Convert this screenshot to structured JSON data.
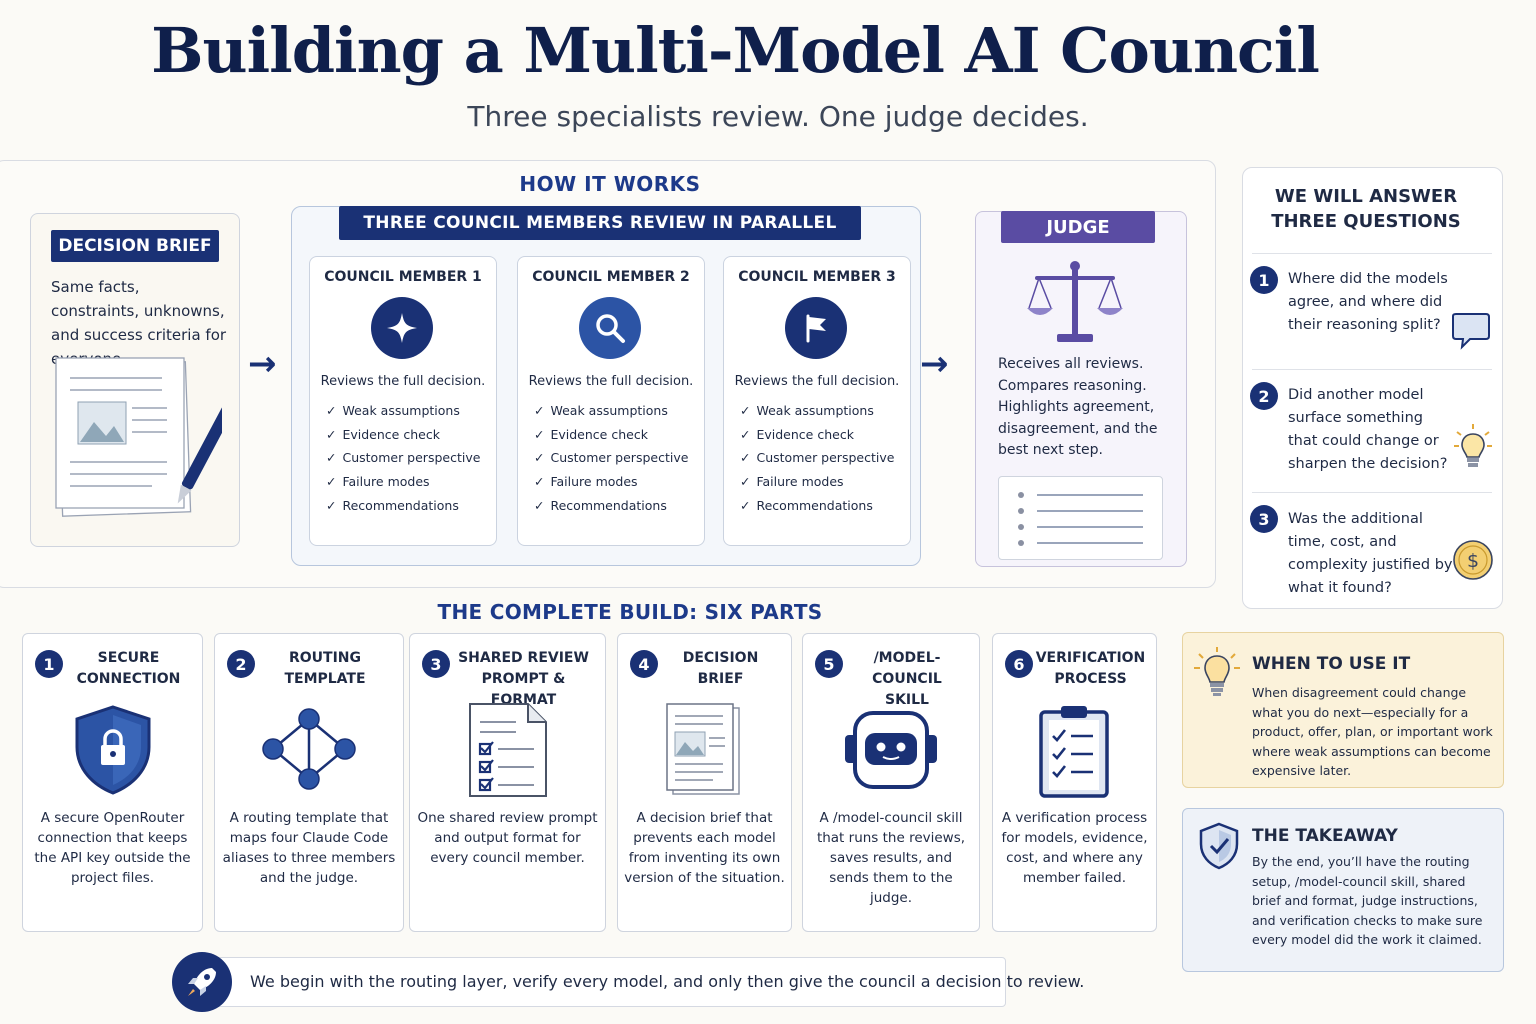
{
  "header": {
    "title": "Building a Multi-Model AI Council",
    "subtitle": "Three specialists review. One judge decides."
  },
  "how_it_works": {
    "heading": "HOW IT WORKS",
    "brief": {
      "label": "DECISION BRIEF",
      "description": "Same facts, constraints, unknowns, and success criteria for everyone."
    },
    "members_banner": "THREE COUNCIL MEMBERS REVIEW IN PARALLEL",
    "members": [
      {
        "title": "COUNCIL MEMBER 1",
        "icon": "sparkle-icon",
        "lead": "Reviews the full decision.",
        "checks": [
          "Weak assumptions",
          "Evidence check",
          "Customer perspective",
          "Failure modes",
          "Recommendations"
        ]
      },
      {
        "title": "COUNCIL MEMBER 2",
        "icon": "magnifier-icon",
        "lead": "Reviews the full decision.",
        "checks": [
          "Weak assumptions",
          "Evidence check",
          "Customer perspective",
          "Failure modes",
          "Recommendations"
        ]
      },
      {
        "title": "COUNCIL MEMBER 3",
        "icon": "flag-icon",
        "lead": "Reviews the full decision.",
        "checks": [
          "Weak assumptions",
          "Evidence check",
          "Customer perspective",
          "Failure modes",
          "Recommendations"
        ]
      }
    ],
    "judge": {
      "label": "JUDGE",
      "icon": "scales-icon",
      "description": "Receives all reviews. Compares reasoning. Highlights agreement, disagreement, and the best next step."
    }
  },
  "questions": {
    "heading": "WE WILL ANSWER THREE QUESTIONS",
    "items": [
      {
        "number": "1",
        "text": "Where did the models agree, and where did their reasoning split?",
        "icon": "speech-bubble-icon"
      },
      {
        "number": "2",
        "text": "Did another model surface something that could change or sharpen the decision?",
        "icon": "lightbulb-icon"
      },
      {
        "number": "3",
        "text": "Was the additional time, cost, and complexity justified by what it found?",
        "icon": "dollar-coin-icon"
      }
    ]
  },
  "build": {
    "heading": "THE COMPLETE BUILD: SIX PARTS",
    "parts": [
      {
        "number": "1",
        "title": "SECURE\nCONNECTION",
        "icon": "shield-lock-icon",
        "description": "A secure OpenRouter connection that keeps the API key outside the project files."
      },
      {
        "number": "2",
        "title": "ROUTING\nTEMPLATE",
        "icon": "network-diamond-icon",
        "description": "A routing template that maps four Claude Code aliases to three members and the judge."
      },
      {
        "number": "3",
        "title": "SHARED REVIEW\nPROMPT & FORMAT",
        "icon": "checklist-document-icon",
        "description": "One shared review prompt and output format for every council member."
      },
      {
        "number": "4",
        "title": "DECISION\nBRIEF",
        "icon": "brief-document-icon",
        "description": "A decision brief that prevents each model from inventing its own version of the situation."
      },
      {
        "number": "5",
        "title": "/MODEL-COUNCIL\nSKILL",
        "icon": "robot-icon",
        "description": "A /model-council skill that runs the reviews, saves results, and sends them to the judge."
      },
      {
        "number": "6",
        "title": "VERIFICATION\nPROCESS",
        "icon": "clipboard-check-icon",
        "description": "A verification process for models, evidence, cost, and where any member failed."
      }
    ]
  },
  "when_to_use": {
    "title": "WHEN TO USE IT",
    "icon": "lightbulb-icon",
    "description": "When disagreement could change what you do next—especially for a product, offer, plan, or important work where weak assumptions can become expensive later."
  },
  "takeaway": {
    "title": "THE TAKEAWAY",
    "icon": "shield-check-icon",
    "description": "By the end, you’ll have the routing setup, /model-council skill, shared brief and format, judge instructions, and verification checks to make sure every model did the work it claimed."
  },
  "footer": {
    "icon": "rocket-icon",
    "text": "We begin with the routing layer, verify every model, and only then give the council a decision to review."
  },
  "colors": {
    "navy": "#1a3175",
    "judge_purple": "#5a4ca3",
    "when_bg": "#fbf2da",
    "takeaway_bg": "#eef2f8"
  }
}
